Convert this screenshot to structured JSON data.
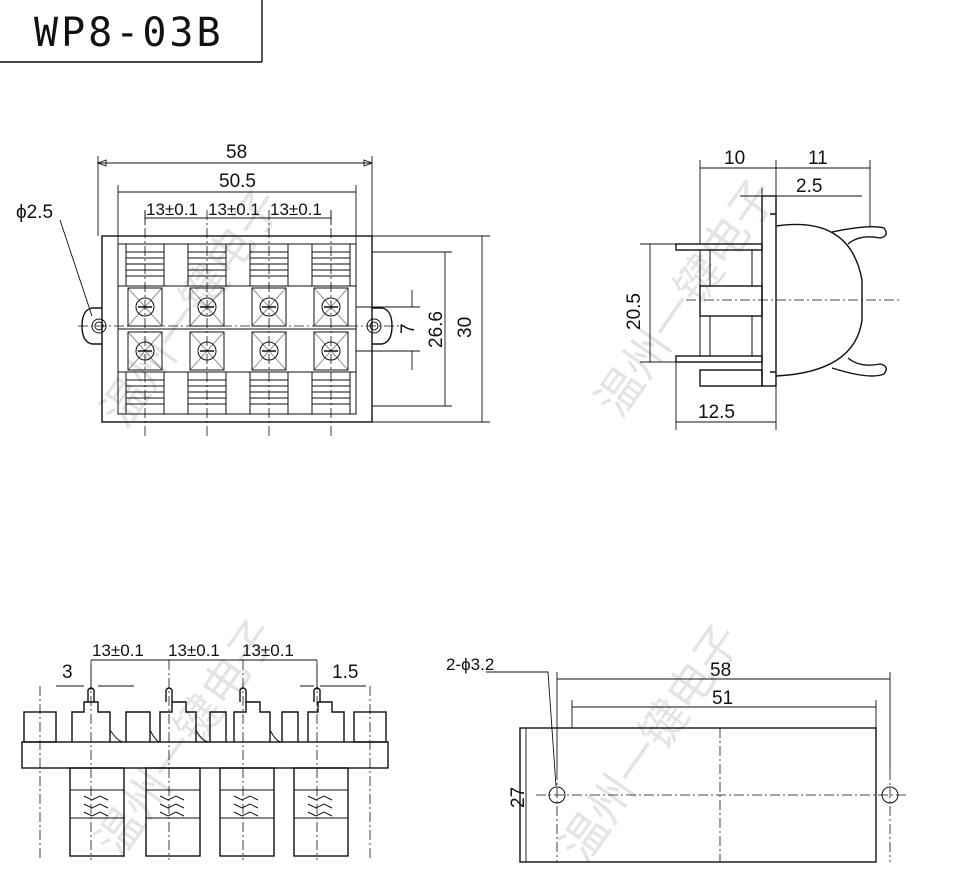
{
  "title": "WP8-03B",
  "watermark": "温州一键电子",
  "front_view": {
    "dim_overall_width": "58",
    "dim_hole_pitch": "50.5",
    "dim_pitch_1": "13±0.1",
    "dim_pitch_2": "13±0.1",
    "dim_pitch_3": "13±0.1",
    "dim_hole_dia": "ϕ2.5",
    "dim_row_gap": "7",
    "dim_inner_height": "26.6",
    "dim_overall_height": "30"
  },
  "side_view": {
    "dim_10": "10",
    "dim_11": "11",
    "dim_2_5": "2.5",
    "dim_20_5": "20.5",
    "dim_12_5": "12.5"
  },
  "bottom_view": {
    "dim_3": "3",
    "dim_1_5": "1.5",
    "dim_pitch_1": "13±0.1",
    "dim_pitch_2": "13±0.1",
    "dim_pitch_3": "13±0.1"
  },
  "panel_cutout": {
    "dim_holes": "2-ϕ3.2",
    "dim_58": "58",
    "dim_51": "51",
    "dim_27": "27"
  }
}
